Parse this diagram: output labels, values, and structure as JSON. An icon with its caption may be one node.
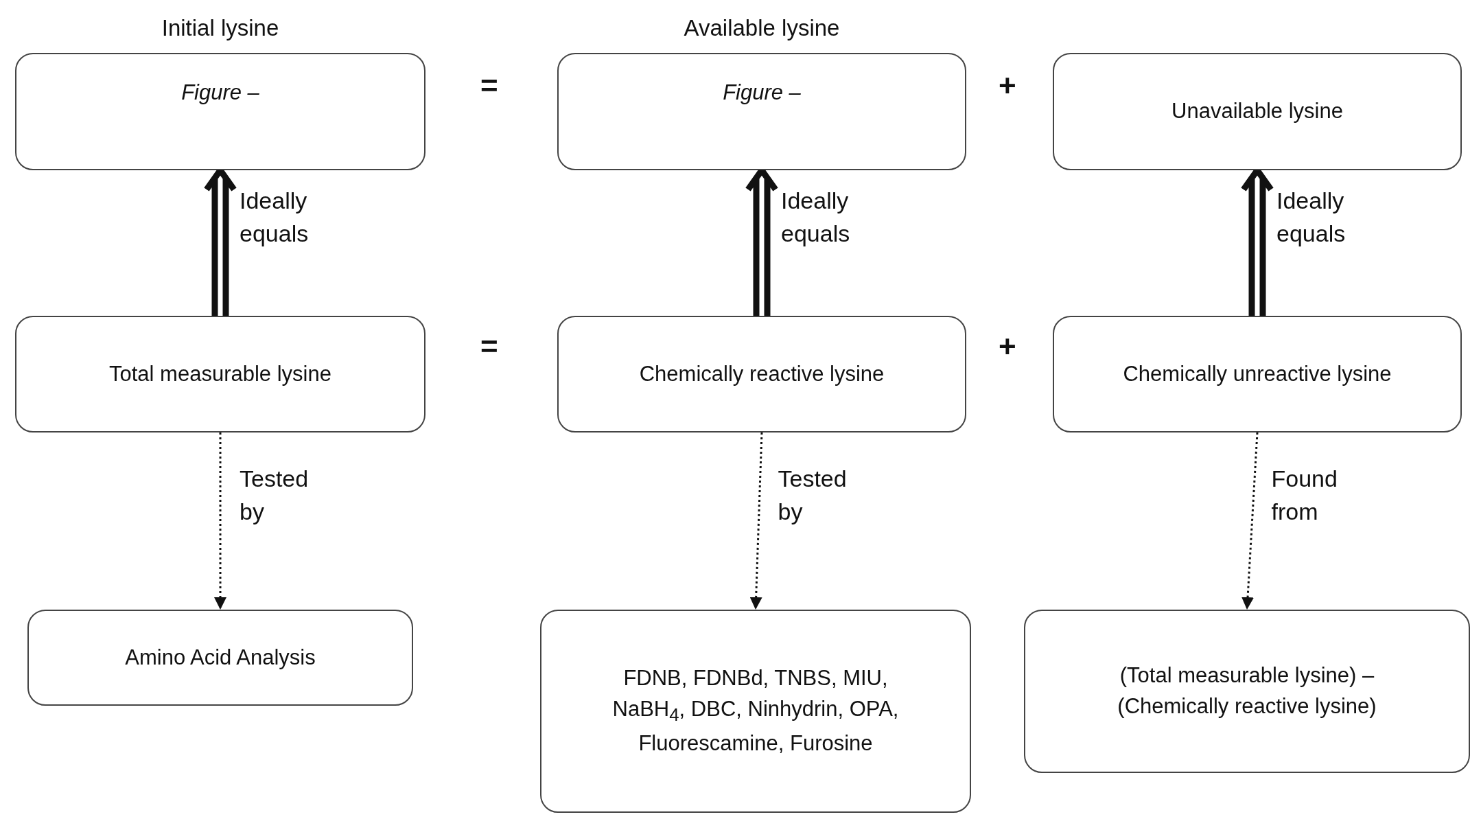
{
  "diagram": {
    "nodes": [
      {
        "text": [
          "Initial lysine",
          "Figure –"
        ]
      },
      {
        "text": [
          "Available lysine",
          "Figure –"
        ]
      },
      {
        "text": [
          "Unavailable lysine"
        ]
      },
      {
        "text": [
          "Total measurable lysine"
        ]
      },
      {
        "text": [
          "Chemically reactive lysine"
        ]
      },
      {
        "text": [
          "Chemically unreactive lysine"
        ]
      },
      {
        "text": [
          "Amino Acid Analysis"
        ]
      },
      {
        "text": [
          "FDNB, FDNBd, TNBS, MIU, NaBH$_{4}$, DBC, Ninhydrin, OPA, Fluorescamine, Furosine"
        ]
      },
      {
        "text": [
          "(Total measurable lysine) – (Chemically reactive lysine)"
        ]
      }
    ],
    "edges": [
      {
        "from": 3,
        "to": 0,
        "arrow": "to",
        "label": "Ideally equals",
        "style": "thick"
      },
      {
        "from": 4,
        "to": 1,
        "arrow": "to",
        "label": "Ideally equals",
        "style": "thick"
      },
      {
        "from": 5,
        "to": 2,
        "arrow": "to",
        "label": "Ideally equals",
        "style": "thick"
      },
      {
        "from": 3,
        "to": 6,
        "arrow": "to",
        "label": "Tested by",
        "style": "dashed"
      },
      {
        "from": 4,
        "to": 7,
        "arrow": "to",
        "label": "Tested by",
        "style": "dashed"
      },
      {
        "from": 5,
        "to": 8,
        "arrow": "to",
        "label": "Found from",
        "style": "dashed"
      }
    ],
    "labels": [
      "=",
      "+",
      "=",
      "+"
    ]
  }
}
